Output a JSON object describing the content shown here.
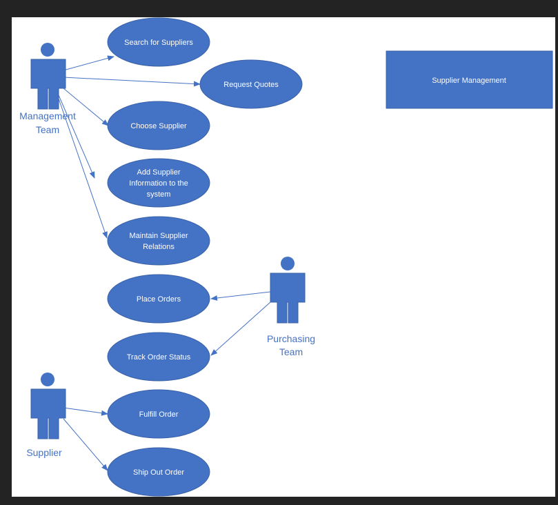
{
  "colors": {
    "page_background": "#232323",
    "canvas": "#ffffff",
    "shape_fill": "#4472C4",
    "shape_stroke": "#3A62A8",
    "text_on_shape": "#ffffff",
    "actor_label": "#4472C4"
  },
  "system_box": {
    "label": "Supplier Management"
  },
  "actors": [
    {
      "id": "management",
      "label_lines": [
        "Management",
        "Team"
      ]
    },
    {
      "id": "purchasing",
      "label_lines": [
        "Purchasing",
        "Team"
      ]
    },
    {
      "id": "supplier",
      "label_lines": [
        "Supplier"
      ]
    }
  ],
  "use_cases": [
    {
      "id": "search",
      "label_lines": [
        "Search for Suppliers"
      ]
    },
    {
      "id": "quotes",
      "label_lines": [
        "Request Quotes"
      ]
    },
    {
      "id": "choose",
      "label_lines": [
        "Choose Supplier"
      ]
    },
    {
      "id": "add",
      "label_lines": [
        "Add Supplier",
        "Information to the",
        "system"
      ]
    },
    {
      "id": "maintain",
      "label_lines": [
        "Maintain Supplier",
        "Relations"
      ]
    },
    {
      "id": "place",
      "label_lines": [
        "Place Orders"
      ]
    },
    {
      "id": "track",
      "label_lines": [
        "Track Order Status"
      ]
    },
    {
      "id": "fulfill",
      "label_lines": [
        "Fulfill Order"
      ]
    },
    {
      "id": "ship",
      "label_lines": [
        "Ship Out Order"
      ]
    }
  ],
  "associations": [
    {
      "from": "management",
      "to": "search"
    },
    {
      "from": "management",
      "to": "quotes"
    },
    {
      "from": "management",
      "to": "choose"
    },
    {
      "from": "management",
      "to": "add"
    },
    {
      "from": "management",
      "to": "maintain"
    },
    {
      "from": "purchasing",
      "to": "place"
    },
    {
      "from": "purchasing",
      "to": "track"
    },
    {
      "from": "supplier",
      "to": "fulfill"
    },
    {
      "from": "supplier",
      "to": "ship"
    }
  ]
}
